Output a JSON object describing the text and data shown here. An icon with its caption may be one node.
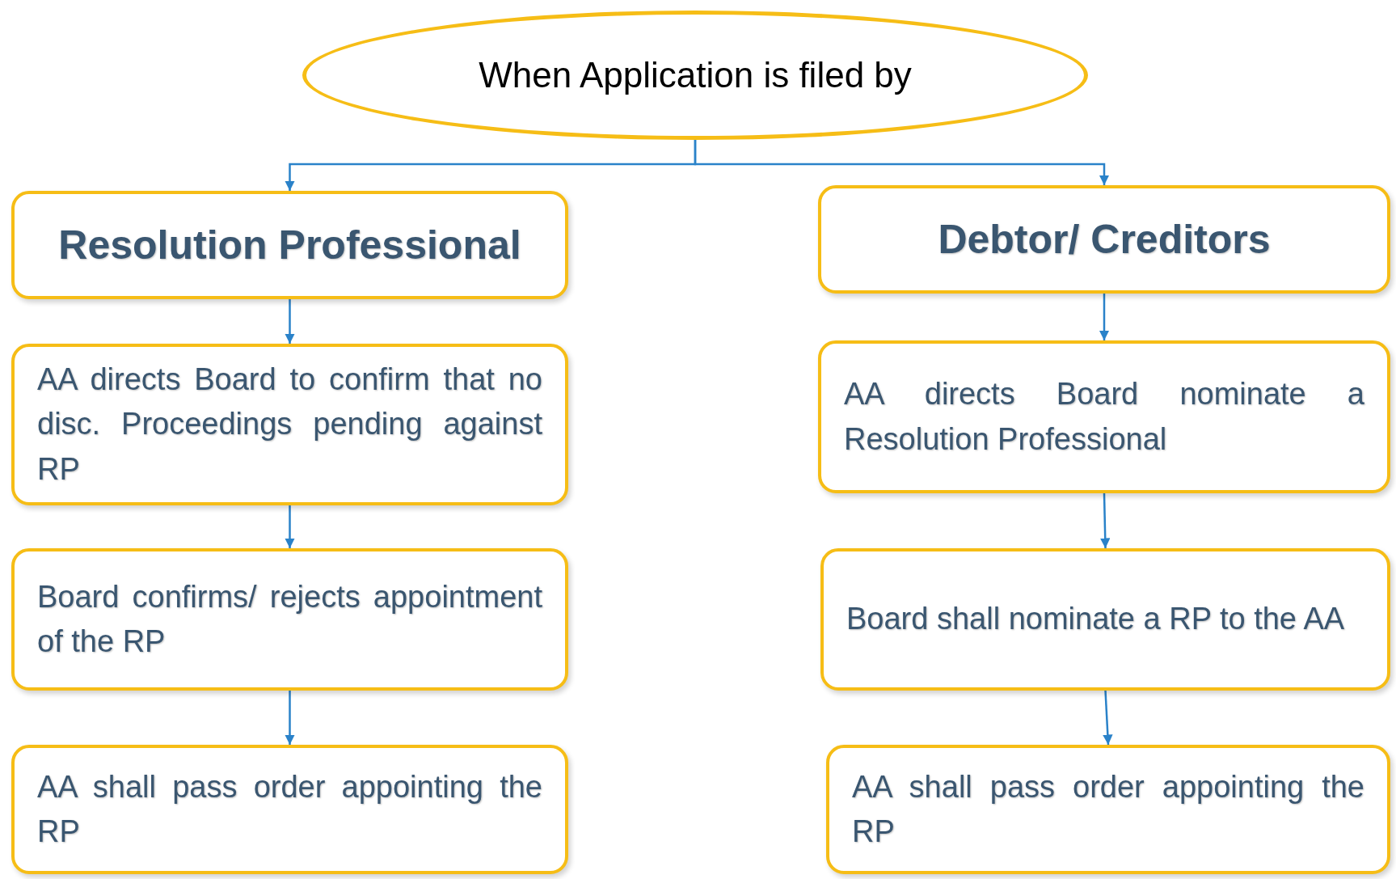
{
  "diagram": {
    "nodes": [
      {
        "text": [
          "When Application is filed by"
        ]
      },
      {
        "text": [
          "Resolution Professional"
        ]
      },
      {
        "text": [
          "Debtor/ Creditors"
        ]
      },
      {
        "text": [
          "AA directs Board to confirm that no disc. Proceedings pending against RP"
        ]
      },
      {
        "text": [
          "Board confirms/ rejects appointment of the RP"
        ]
      },
      {
        "text": [
          "AA shall pass order appointing the RP"
        ]
      },
      {
        "text": [
          "AA directs Board nominate a Resolution Professional"
        ]
      },
      {
        "text": [
          "Board shall nominate a RP to the AA"
        ]
      },
      {
        "text": [
          "AA shall pass order appointing the RP"
        ]
      }
    ],
    "edges": [
      {
        "from": 0,
        "to": 1,
        "arrow": "to"
      },
      {
        "from": 0,
        "to": 2,
        "arrow": "to"
      },
      {
        "from": 1,
        "to": 3,
        "arrow": "to"
      },
      {
        "from": 3,
        "to": 4,
        "arrow": "to"
      },
      {
        "from": 4,
        "to": 5,
        "arrow": "to"
      },
      {
        "from": 2,
        "to": 6,
        "arrow": "to"
      },
      {
        "from": 6,
        "to": 7,
        "arrow": "to"
      },
      {
        "from": 7,
        "to": 8,
        "arrow": "to"
      }
    ]
  }
}
